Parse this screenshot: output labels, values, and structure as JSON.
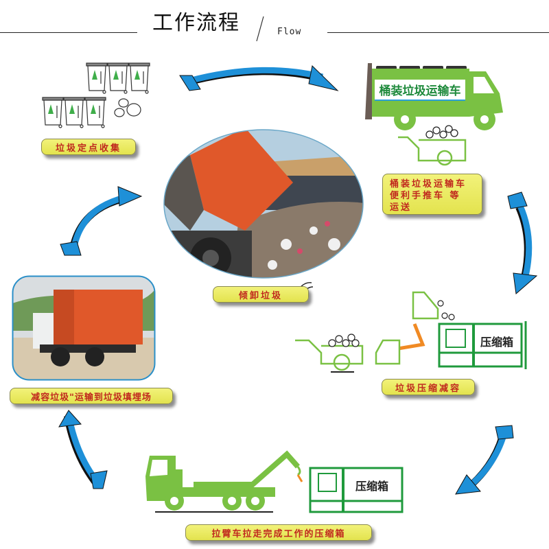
{
  "header": {
    "title": "工作流程",
    "subtitle": "Flow"
  },
  "steps": [
    {
      "id": "collect",
      "label": "垃圾定点收集"
    },
    {
      "id": "transport",
      "truck_sign": "桶装垃圾运输车",
      "label_lines": [
        "桶装垃圾运输车",
        "便利手推车 等",
        "运送"
      ]
    },
    {
      "id": "compress",
      "box_sign": "压缩箱",
      "label": "垃圾压缩减容"
    },
    {
      "id": "haul",
      "box_sign": "压缩箱",
      "label": "拉臂车拉走完成工作的压缩箱"
    },
    {
      "id": "landfill",
      "label": "减容垃圾\"运输到垃圾填埋场"
    },
    {
      "id": "dump",
      "label": "倾卸垃圾"
    }
  ],
  "colors": {
    "arrow": "#1e90d8",
    "truck_green": "#7ac143",
    "box_green": "#1f9a3c",
    "label_bg": "#e8e85a",
    "label_text": "#c0281e",
    "orange_truck": "#e0582a"
  }
}
